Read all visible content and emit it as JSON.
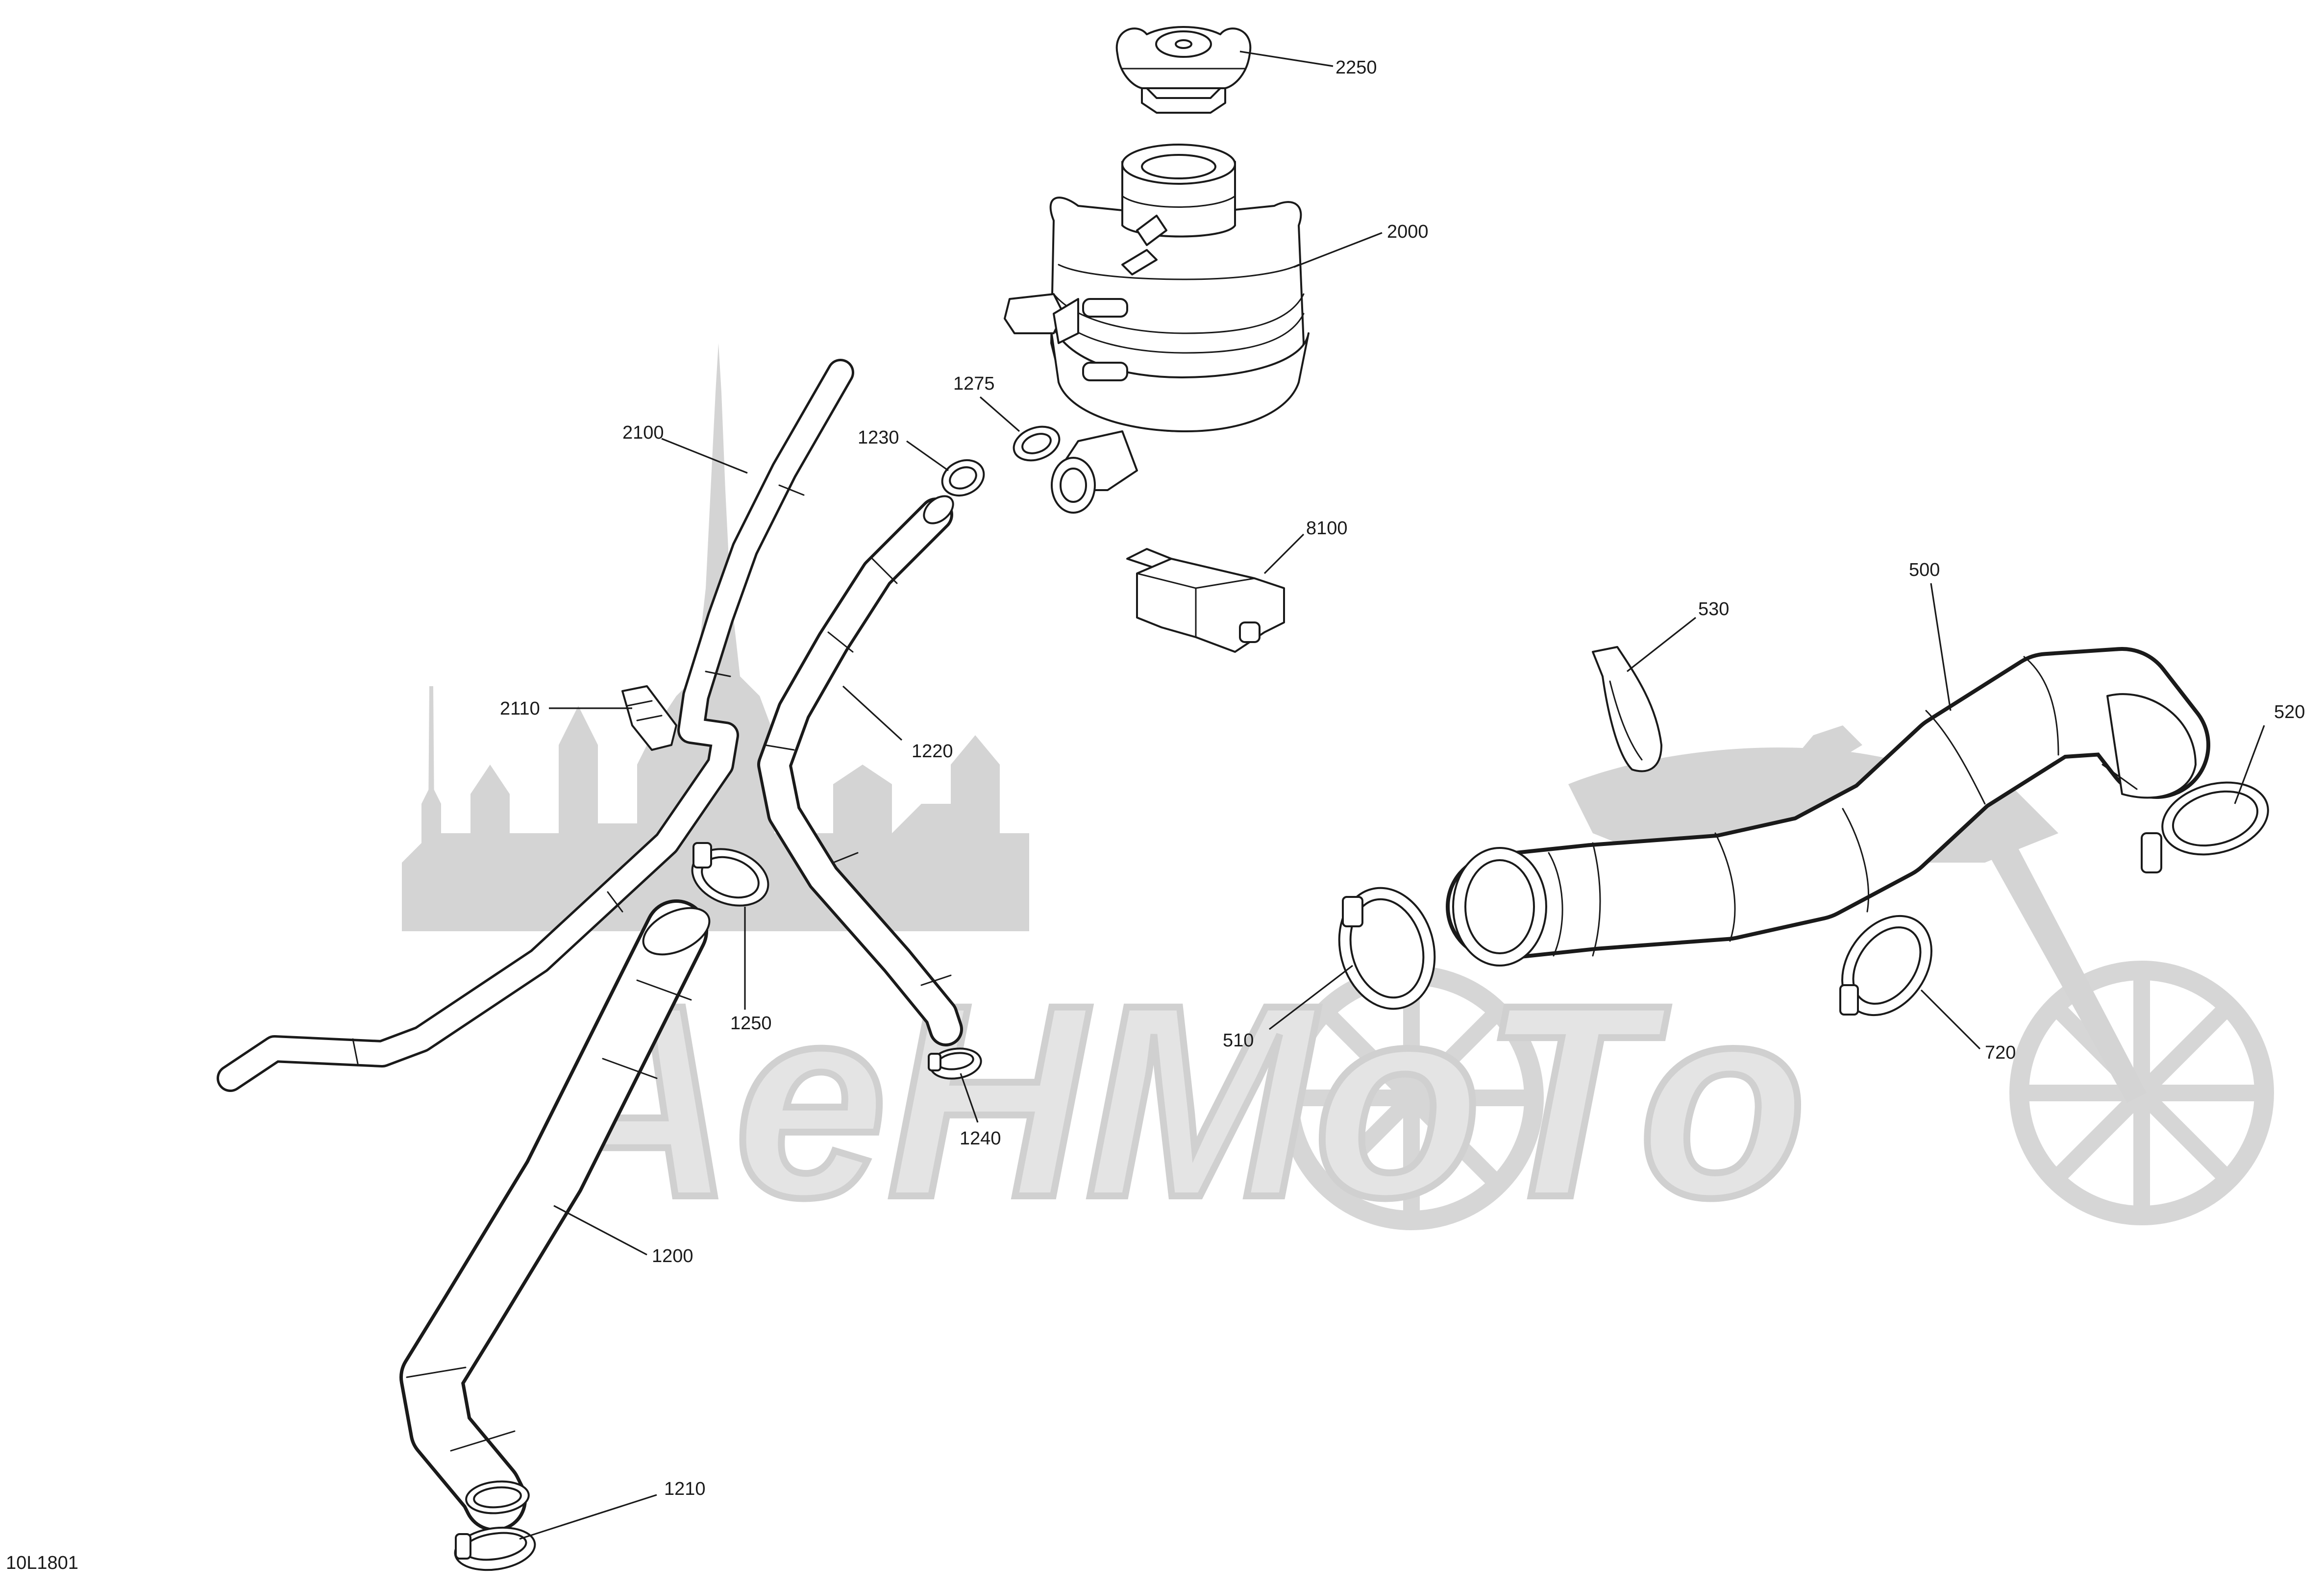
{
  "drawing_id": "10L1801",
  "watermark": {
    "text": "AeHMoTo",
    "color": "#d8d8d8"
  },
  "callouts": [
    {
      "id": "callout-2250",
      "label": "2250"
    },
    {
      "id": "callout-2000",
      "label": "2000"
    },
    {
      "id": "callout-1275",
      "label": "1275"
    },
    {
      "id": "callout-1230",
      "label": "1230"
    },
    {
      "id": "callout-2100",
      "label": "2100"
    },
    {
      "id": "callout-8100",
      "label": "8100"
    },
    {
      "id": "callout-2110",
      "label": "2110"
    },
    {
      "id": "callout-1220",
      "label": "1220"
    },
    {
      "id": "callout-1250",
      "label": "1250"
    },
    {
      "id": "callout-1240",
      "label": "1240"
    },
    {
      "id": "callout-1200",
      "label": "1200"
    },
    {
      "id": "callout-1210",
      "label": "1210"
    },
    {
      "id": "callout-500",
      "label": "500"
    },
    {
      "id": "callout-530",
      "label": "530"
    },
    {
      "id": "callout-520",
      "label": "520"
    },
    {
      "id": "callout-510",
      "label": "510"
    },
    {
      "id": "callout-720",
      "label": "720"
    }
  ],
  "colors": {
    "line": "#1a1a1a",
    "background": "#ffffff",
    "watermark": "#d4d4d4"
  }
}
